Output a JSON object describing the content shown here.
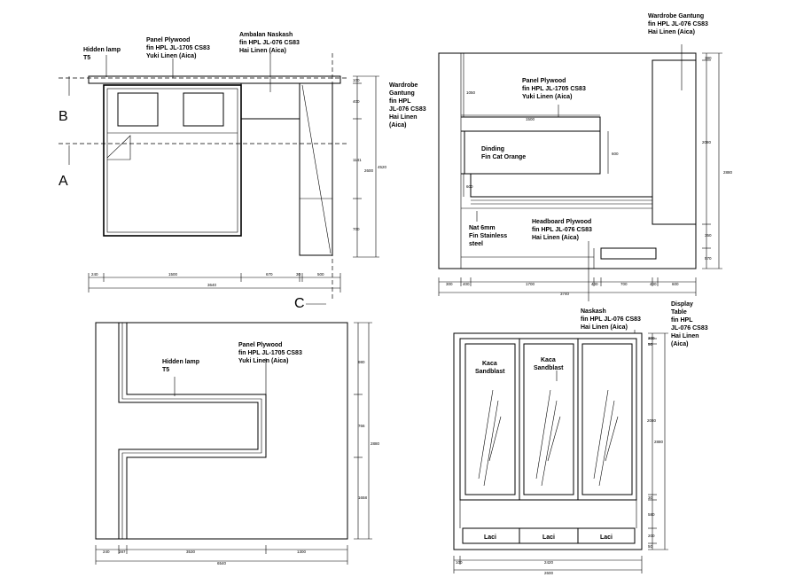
{
  "sheet": {
    "plan": {
      "labels": {
        "hidden_lamp": [
          "Hidden lamp",
          "T5"
        ],
        "panel_plywood": [
          "Panel Plywood",
          "fin HPL JL-1705 CS83",
          "Yuki Linen (Aica)"
        ],
        "ambalan": [
          "Ambalan Naskash",
          "fin HPL JL-076 CS83",
          "Hai Linen (Aica)"
        ],
        "wardrobe": [
          "Wardrobe",
          "Gantung",
          "fin HPL",
          "JL-076 CS83",
          "Hai Linen",
          "(Aica)"
        ]
      },
      "section_marks": {
        "a": "A",
        "b": "B",
        "c": "C"
      },
      "dims_bottom": [
        "240",
        "1500",
        "670",
        "30",
        "500"
      ],
      "dim_total": "3640",
      "dims_right": [
        "100",
        "400",
        "1141",
        "700"
      ],
      "dims_right_overall": [
        "2600",
        "4520"
      ]
    },
    "elevation_a": {
      "labels": {
        "wardrobe": [
          "Wardrobe Gantung",
          "fin HPL JL-076 CS83",
          "Hai Linen (Aica)"
        ],
        "panel_plywood": [
          "Panel Plywood",
          "fin HPL JL-1705 CS83",
          "Yuki Linen (Aica)"
        ],
        "dinding": [
          "Dinding",
          "Fin Cat Orange"
        ],
        "nat": [
          "Nat 6mm",
          "Fin Stainless",
          "steel"
        ],
        "headboard": [
          "Headboard Plywood",
          "fin HPL JL-076 CS83",
          "Hai Linen (Aica)"
        ]
      },
      "dims_internal": [
        "1050",
        "1500",
        "600",
        "600"
      ],
      "dims_bottom": [
        "300",
        "400",
        "1700",
        "400",
        "700",
        "400",
        "600"
      ],
      "dim_total": "3740",
      "dims_right": [
        "380",
        "2080",
        "350",
        "570"
      ],
      "dim_right_overall": "2880"
    },
    "elevation_b": {
      "labels": {
        "hidden_lamp": [
          "Hidden lamp",
          "T5"
        ],
        "panel_plywood": [
          "Panel Plywood",
          "fin HPL JL-1705 CS83",
          "Yuki Linen (Aica)"
        ]
      },
      "dims_bottom": [
        "240",
        "287",
        "3530",
        "1300"
      ],
      "dim_total": "6540",
      "dims_right": [
        "980",
        "766",
        "1658"
      ],
      "dim_right_overall": "2880"
    },
    "elevation_c": {
      "labels": {
        "naskash": [
          "Naskash",
          "fin HPL JL-076 CS83",
          "Hai Linen (Aica)"
        ],
        "display": [
          "Display",
          "Table",
          "fin HPL",
          "JL-076 CS83",
          "Hai Linen",
          "(Aica)"
        ],
        "kaca1": [
          "Kaca",
          "Sandblast"
        ],
        "kaca2": [
          "Kaca",
          "Sandblast"
        ],
        "laci": [
          "Laci",
          "Laci",
          "Laci"
        ]
      },
      "dims_bottom": [
        "100",
        "2420"
      ],
      "dim_total": "2600",
      "dims_right": [
        "300",
        "50",
        "2080",
        "30",
        "580",
        "200",
        "50"
      ],
      "dim_right_overall": "2880"
    }
  }
}
